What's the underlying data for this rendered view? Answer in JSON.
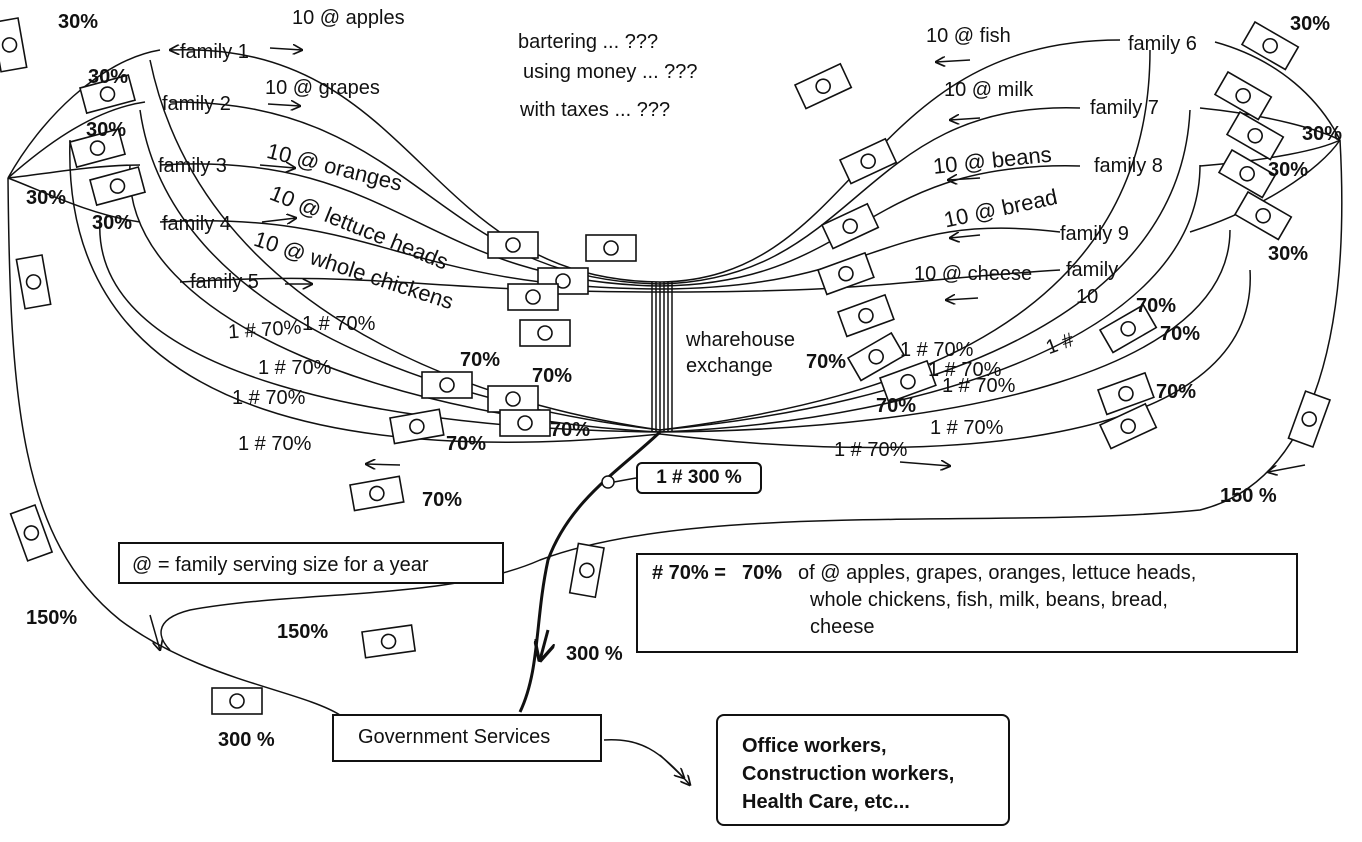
{
  "families": {
    "f1": "family 1",
    "f2": "family 2",
    "f3": "family 3",
    "f4": "family 4",
    "f5": "family 5",
    "f6": "family 6",
    "f7": "family 7",
    "f8": "family 8",
    "f9": "family 9",
    "f10a": "family",
    "f10b": "10"
  },
  "goods": {
    "apples": "10 @ apples",
    "grapes": "10 @ grapes",
    "oranges": "10 @  oranges",
    "lettuce": "10 @ lettuce  heads",
    "chickens": "10 @ whole chickens",
    "fish": "10 @ fish",
    "milk": "10 @ milk",
    "beans": "10 @ beans",
    "bread": "10 @ bread",
    "cheese": "10 @ cheese"
  },
  "questions": {
    "q1": "bartering ... ???",
    "q2": "using money ... ???",
    "q3": "with taxes ... ???"
  },
  "exchange": {
    "line1": "wharehouse",
    "line2": "exchange"
  },
  "flows": {
    "center": "1 # 300 %",
    "w70": "70%",
    "w30": "30%",
    "w150": "150%",
    "w150s": "150 %",
    "w300s": "300 %",
    "one70a": "1 # 70%",
    "one70b": "1 #",
    "one70c": "1 #"
  },
  "legend": {
    "at": "@ =  family serving size for a year",
    "hash_left": "# 70% =",
    "hash_bold": "70%",
    "hash_of": "of  @ apples, grapes, oranges, lettuce heads,",
    "hash_line2": "whole chickens, fish, milk, beans, bread,",
    "hash_line3": "cheese"
  },
  "government": "Government Services",
  "workers": {
    "l1": "Office workers,",
    "l2": "Construction workers,",
    "l3": "Health Care, etc..."
  },
  "colors": {
    "ink": "#111111",
    "paper": "#ffffff"
  }
}
